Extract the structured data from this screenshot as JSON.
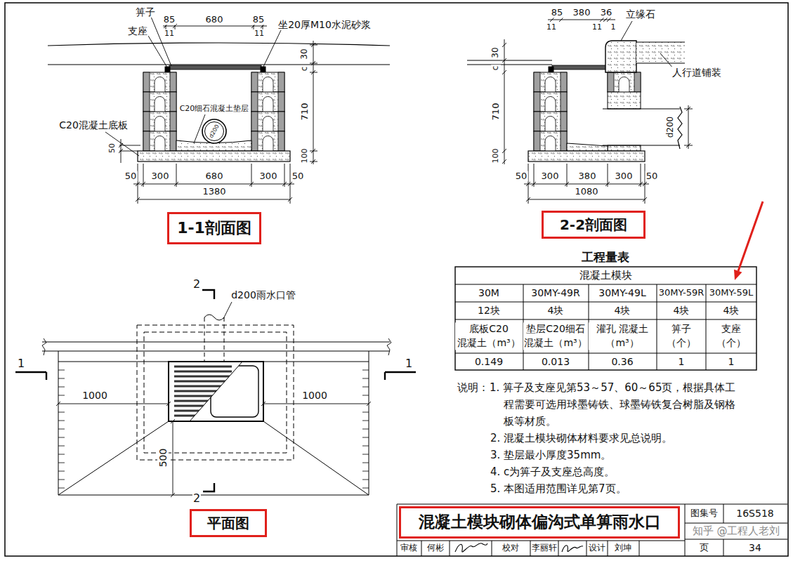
{
  "diagram": {
    "nodes": [
      {
        "text": [
          "1-1剖面图"
        ]
      },
      {
        "text": [
          "2-2剖面图"
        ]
      },
      {
        "text": [
          "平面图"
        ]
      },
      {
        "text": [
          "混凝土模块砌体偏沟式单箅雨水口"
        ]
      }
    ],
    "labels": [
      "箅子",
      "支座",
      "85",
      "680",
      "85",
      "11",
      "11",
      "坐20厚M10水泥砂浆",
      "30",
      "c",
      "710",
      "100",
      "C20细石混凝土垫层",
      "d200",
      "C20混凝土底板",
      "50",
      "50",
      "300",
      "680",
      "300",
      "50",
      "1380",
      "85",
      "380",
      "36",
      "11",
      "11",
      "1",
      "立缘石",
      "人行道铺装",
      "c",
      "30",
      "710",
      "100",
      "d200",
      "50",
      "300",
      "380",
      "300",
      "50",
      "1080",
      "2",
      "d200雨水口管",
      "1",
      "1",
      "1000",
      "1000",
      "500",
      "2",
      "工程量表",
      "混凝土模块",
      "30M",
      "30MY-49R",
      "30MY-49L",
      "30MY-59R",
      "30MY-59L",
      "12块",
      "4块",
      "4块",
      "4块",
      "4块",
      "底板C20 混凝土（m³）",
      "垫层C20细石 混凝土（m³）",
      "灌孔 混凝土（m³）",
      "箅子 （个）",
      "支座 （个）",
      "0.149",
      "0.013",
      "0.36",
      "1",
      "1",
      "说明：",
      "1. 箅子及支座见第53～57、60～65页，根据具体工程需要可选用球墨铸铁、球墨铸铁复合树脂及钢格板等材质。",
      "2. 混凝土模块砌体材料要求见总说明。",
      "3. 垫层最小厚度35mm。",
      "4. c为箅子及支座总高度。",
      "5. 本图适用范围详见第7页。",
      "图集号",
      "16S518",
      "审核",
      "何彬",
      "校对",
      "李丽轩",
      "设计",
      "刘坤",
      "页",
      "34",
      "知乎 @工程人老刘"
    ]
  }
}
